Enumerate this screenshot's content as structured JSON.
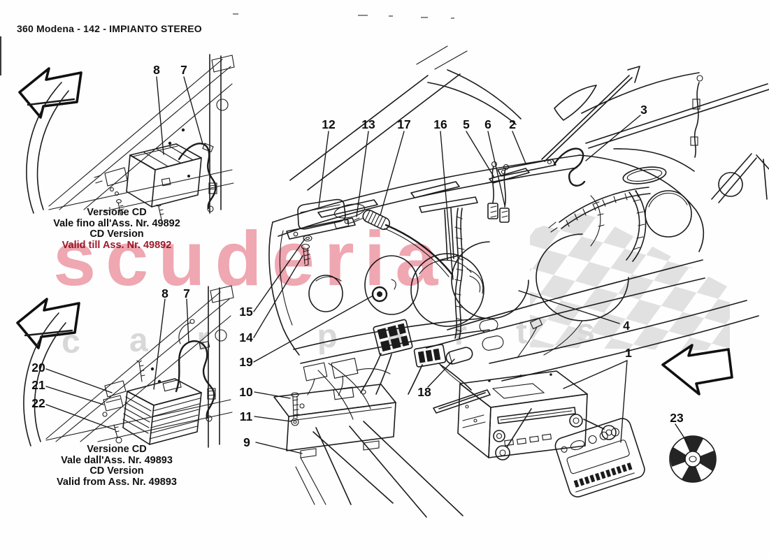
{
  "header": {
    "text": "360 Modena - 142 - IMPIANTO STEREO"
  },
  "watermark": {
    "brand": "scuderia",
    "tagline": "car parts"
  },
  "colors": {
    "brand_pink": "#f0a8b2",
    "tagline_gray": "#d8d8d8",
    "caption_red": "#9e1c2d",
    "ink": "#1b1b1b"
  },
  "inset_top": {
    "callouts": {
      "n8": "8",
      "n7": "7"
    },
    "caption": {
      "line1": "Versione CD",
      "line2": "Vale fino all'Ass. Nr. 49892",
      "line3": "CD Version",
      "line4": "Valid till Ass. Nr. 49892"
    }
  },
  "inset_bottom": {
    "callouts": {
      "n8": "8",
      "n7": "7",
      "n20": "20",
      "n21": "21",
      "n22": "22"
    },
    "caption": {
      "line1": "Versione CD",
      "line2": "Vale dall'Ass. Nr. 49893",
      "line3": "CD Version",
      "line4": "Valid from Ass. Nr. 49893"
    }
  },
  "main": {
    "callouts": {
      "n1": "1",
      "n2": "2",
      "n3": "3",
      "n4": "4",
      "n5": "5",
      "n6": "6",
      "n9": "9",
      "n10": "10",
      "n11": "11",
      "n12": "12",
      "n13": "13",
      "n14": "14",
      "n15": "15",
      "n16": "16",
      "n17": "17",
      "n18": "18",
      "n19": "19",
      "n23": "23"
    }
  }
}
